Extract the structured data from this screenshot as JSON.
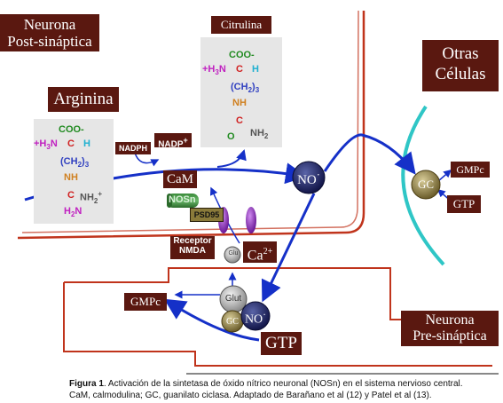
{
  "labels": {
    "post_synaptic_line1": "Neurona",
    "post_synaptic_line2": "Post-sináptica",
    "arginine": "Arginina",
    "citrulline": "Citrulina",
    "other_cells_line1": "Otras",
    "other_cells_line2": "Células",
    "nadph": "NADPH",
    "nadp_plus": "NADP",
    "nadp_plus_sup": "+",
    "cam": "CaM",
    "nosn": "NOSn",
    "psd95": "PSD95",
    "receptor_line1": "Receptor",
    "receptor_line2": "NMDA",
    "glu": "Glu",
    "ca": "Ca",
    "ca_sup": "2+",
    "no": "NO",
    "no_sup": "·",
    "gc": "GC",
    "gmpc_right": "GMPc",
    "gtp_right": "GTP",
    "glut": "Glut",
    "gmpc_pre": "GMPc",
    "gtp_pre": "GTP",
    "pre_synaptic_line1": "Neurona",
    "pre_synaptic_line2": "Pre-sináptica"
  },
  "arginine_formula": {
    "coo": "COO-",
    "h3n": "+H",
    "h3n_sub": "3",
    "h3n_n": "N",
    "c": "C",
    "h": "H",
    "ch2": "(CH",
    "ch2_sub": "2",
    "ch2_close": ")",
    "ch2_n": "3",
    "nh": "NH",
    "c2": "C",
    "nh2plus": "NH",
    "nh2plus_sub": "2",
    "nh2plus_sup": "+",
    "h2n": "H",
    "h2n_sub": "2",
    "h2n_n": "N"
  },
  "citrulline_formula": {
    "coo": "COO-",
    "h3n": "+H",
    "h3n_sub": "3",
    "h3n_n": "N",
    "c": "C",
    "h": "H",
    "ch2": "(CH",
    "ch2_sub": "2",
    "ch2_close": ")",
    "ch2_n": "3",
    "nh": "NH",
    "c2": "C",
    "o": "O",
    "nh2": "NH",
    "nh2_sub": "2"
  },
  "caption": {
    "prefix": "Figura 1",
    "line1": ". Activación de la sintetasa de óxido nítrico neuronal (NOSn) en el sistema nervioso central.",
    "line2": "CaM, calmodulina; GC, guanilato ciclasa. Adaptado de Barañano et al (12) y Patel et al (13)."
  },
  "colors": {
    "membrane": "#c0341c",
    "arrow": "#1530c8",
    "label_bg": "#5a1810",
    "other_cell_membrane": "#2fc6c6",
    "receptor": "#9a30c8",
    "no_circle": "#1a1e5c",
    "gc_circle": "#9a8a4a"
  }
}
